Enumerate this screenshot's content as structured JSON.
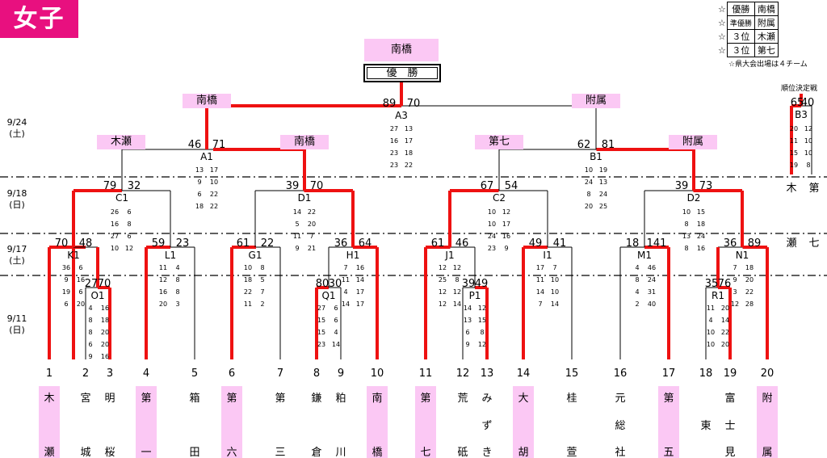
{
  "title": "女子",
  "champion_label": "優　勝",
  "results": [
    {
      "rank": "優勝",
      "team": "南橋"
    },
    {
      "rank": "準優勝",
      "team": "附属"
    },
    {
      "rank": "３位",
      "team": "木瀬"
    },
    {
      "rank": "３位",
      "team": "第七"
    }
  ],
  "star": "☆",
  "note": "☆県大会出場は４チーム",
  "playoff_title": "順位決定戦",
  "dates": [
    "9/24\n(土)",
    "9/18\n(日)",
    "9/17\n(土)",
    "9/11\n(日)"
  ],
  "winners": {
    "final": "南橋",
    "semi_left": "南橋",
    "semi_right": "附属",
    "q1": "木瀬",
    "q2": "南橋",
    "q3": "第七",
    "q4": "附属"
  },
  "match_ids": {
    "A3": "A3",
    "A1": "A1",
    "B1": "B1",
    "B3": "B3",
    "C1": "C1",
    "D1": "D1",
    "C2": "C2",
    "D2": "D2",
    "K1": "K1",
    "L1": "L1",
    "G1": "G1",
    "H1": "H1",
    "J1": "J1",
    "I1": "I1",
    "M1": "M1",
    "N1": "N1",
    "O1": "O1",
    "Q1": "Q1",
    "P1": "P1",
    "R1": "R1"
  },
  "scores": {
    "A3": {
      "l": "89",
      "r": "70",
      "rows": [
        [
          "27",
          "13"
        ],
        [
          "16",
          "17"
        ],
        [
          "23",
          "18"
        ],
        [
          "23",
          "22"
        ]
      ]
    },
    "A1": {
      "l": "46",
      "r": "71",
      "rows": [
        [
          "13",
          "17"
        ],
        [
          "9",
          "10"
        ],
        [
          "6",
          "22"
        ],
        [
          "18",
          "22"
        ]
      ]
    },
    "B1": {
      "l": "62",
      "r": "81",
      "rows": [
        [
          "10",
          "19"
        ],
        [
          "24",
          "13"
        ],
        [
          "8",
          "24"
        ],
        [
          "20",
          "25"
        ]
      ]
    },
    "B3": {
      "l": "65",
      "r": "40",
      "rows": [
        [
          "20",
          "12"
        ],
        [
          "11",
          "10"
        ],
        [
          "15",
          "10"
        ],
        [
          "19",
          "8"
        ]
      ]
    },
    "C1": {
      "l": "79",
      "r": "32",
      "rows": [
        [
          "26",
          "6"
        ],
        [
          "16",
          "8"
        ],
        [
          "27",
          "6"
        ],
        [
          "10",
          "12"
        ]
      ]
    },
    "D1": {
      "l": "39",
      "r": "70",
      "rows": [
        [
          "14",
          "22"
        ],
        [
          "5",
          "20"
        ],
        [
          "11",
          "7"
        ],
        [
          "9",
          "21"
        ]
      ]
    },
    "C2": {
      "l": "67",
      "r": "54",
      "rows": [
        [
          "10",
          "12"
        ],
        [
          "10",
          "17"
        ],
        [
          "24",
          "16"
        ],
        [
          "23",
          "9"
        ]
      ]
    },
    "D2": {
      "l": "39",
      "r": "73",
      "rows": [
        [
          "10",
          "15"
        ],
        [
          "8",
          "18"
        ],
        [
          "13",
          "24"
        ],
        [
          "8",
          "16"
        ]
      ]
    },
    "K1": {
      "l": "70",
      "r": "48",
      "rows": [
        [
          "36",
          "6"
        ],
        [
          "9",
          "16"
        ],
        [
          "19",
          "6"
        ],
        [
          "6",
          "20"
        ]
      ]
    },
    "L1": {
      "l": "59",
      "r": "23",
      "rows": [
        [
          "11",
          "4"
        ],
        [
          "12",
          "8"
        ],
        [
          "16",
          "8"
        ],
        [
          "20",
          "3"
        ]
      ]
    },
    "G1": {
      "l": "61",
      "r": "22",
      "rows": [
        [
          "10",
          "8"
        ],
        [
          "18",
          "5"
        ],
        [
          "22",
          "7"
        ],
        [
          "11",
          "2"
        ]
      ]
    },
    "H1": {
      "l": "36",
      "r": "64",
      "rows": [
        [
          "7",
          "16"
        ],
        [
          "11",
          "14"
        ],
        [
          "4",
          "17"
        ],
        [
          "14",
          "17"
        ]
      ]
    },
    "J1": {
      "l": "61",
      "r": "46",
      "rows": [
        [
          "12",
          "12"
        ],
        [
          "25",
          "8"
        ],
        [
          "12",
          "12"
        ],
        [
          "12",
          "14"
        ]
      ]
    },
    "I1": {
      "l": "49",
      "r": "41",
      "rows": [
        [
          "17",
          "7"
        ],
        [
          "11",
          "10"
        ],
        [
          "14",
          "10"
        ],
        [
          "7",
          "14"
        ]
      ]
    },
    "M1": {
      "l": "18",
      "r": "141",
      "rows": [
        [
          "4",
          "46"
        ],
        [
          "8",
          "24"
        ],
        [
          "4",
          "31"
        ],
        [
          "2",
          "40"
        ]
      ]
    },
    "N1": {
      "l": "36",
      "r": "89",
      "rows": [
        [
          "7",
          "18"
        ],
        [
          "9",
          "20"
        ],
        [
          "3",
          "22"
        ],
        [
          "12",
          "28"
        ]
      ]
    },
    "O1": {
      "l": "27",
      "r": "70",
      "rows": [
        [
          "4",
          "16"
        ],
        [
          "8",
          "18"
        ],
        [
          "8",
          "20"
        ],
        [
          "6",
          "20"
        ],
        [
          "9",
          "16"
        ]
      ]
    },
    "Q1": {
      "l": "80",
      "r": "30",
      "rows": [
        [
          "27",
          "6"
        ],
        [
          "15",
          "6"
        ],
        [
          "15",
          "4"
        ],
        [
          "23",
          "14"
        ]
      ]
    },
    "P1": {
      "l": "39",
      "r": "49",
      "rows": [
        [
          "14",
          "12"
        ],
        [
          "13",
          "15"
        ],
        [
          "6",
          "8"
        ],
        [
          "9",
          "12"
        ]
      ]
    },
    "R1": {
      "l": "35",
      "r": "76",
      "rows": [
        [
          "11",
          "20"
        ],
        [
          "4",
          "14"
        ],
        [
          "10",
          "22"
        ],
        [
          "10",
          "20"
        ]
      ]
    }
  },
  "slots": [
    "1",
    "2",
    "3",
    "4",
    "5",
    "6",
    "7",
    "8",
    "9",
    "10",
    "11",
    "12",
    "13",
    "14",
    "15",
    "16",
    "17",
    "18",
    "19",
    "20"
  ],
  "teams": [
    {
      "t": "木",
      "m": "",
      "b": "瀬",
      "w": true
    },
    {
      "t": "宮",
      "m": "",
      "b": "城",
      "w": false
    },
    {
      "t": "明",
      "m": "",
      "b": "桜",
      "w": false
    },
    {
      "t": "第",
      "m": "",
      "b": "一",
      "w": true
    },
    {
      "t": "箱",
      "m": "",
      "b": "田",
      "w": false
    },
    {
      "t": "第",
      "m": "",
      "b": "六",
      "w": true
    },
    {
      "t": "第",
      "m": "",
      "b": "三",
      "w": false
    },
    {
      "t": "鎌",
      "m": "",
      "b": "倉",
      "w": false
    },
    {
      "t": "粕",
      "m": "",
      "b": "川",
      "w": false
    },
    {
      "t": "南",
      "m": "",
      "b": "橋",
      "w": true
    },
    {
      "t": "第",
      "m": "",
      "b": "七",
      "w": true
    },
    {
      "t": "荒",
      "m": "",
      "b": "砥",
      "w": false
    },
    {
      "t": "み",
      "m": "ず",
      "b": "き",
      "w": false
    },
    {
      "t": "大",
      "m": "",
      "b": "胡",
      "w": true
    },
    {
      "t": "桂",
      "m": "",
      "b": "萱",
      "w": false
    },
    {
      "t": "元",
      "m": "総",
      "b": "社",
      "w": false
    },
    {
      "t": "第",
      "m": "",
      "b": "五",
      "w": true
    },
    {
      "t": "",
      "m": "東",
      "b": "",
      "w": false
    },
    {
      "t": "富",
      "m": "士",
      "b": "見",
      "w": false
    },
    {
      "t": "附",
      "m": "",
      "b": "属",
      "w": true
    }
  ],
  "playoff_teams": [
    "木",
    "第",
    "瀬",
    "七"
  ],
  "colors": {
    "accent": "#e8107f",
    "pink": "#fbc8f4",
    "red": "#ee1111"
  }
}
